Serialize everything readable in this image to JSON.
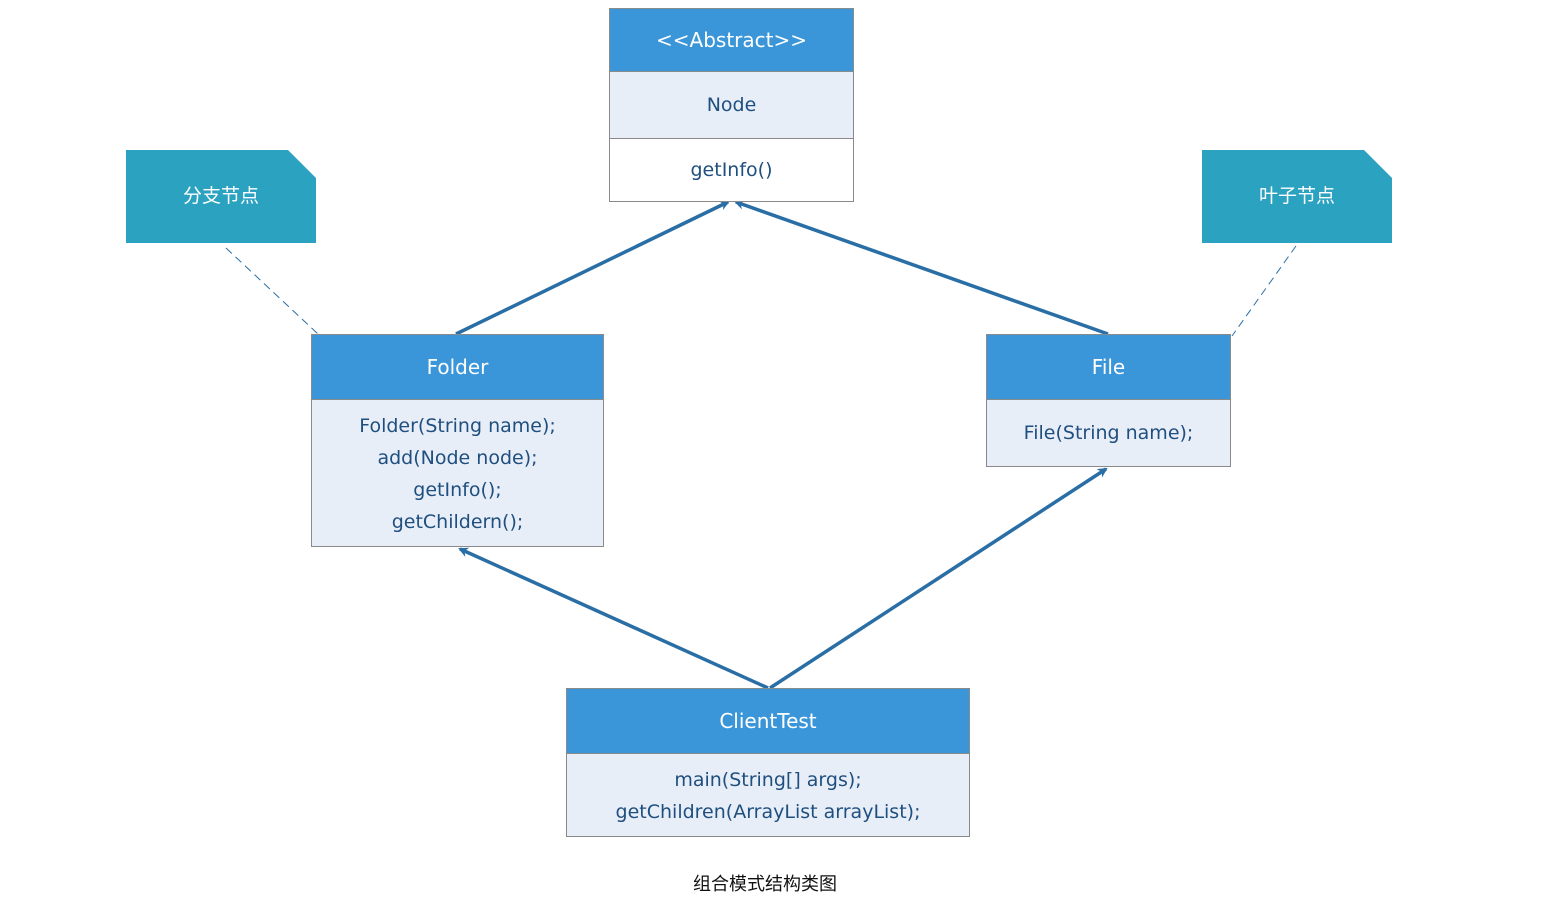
{
  "diagram": {
    "caption": "组合模式结构类图",
    "colors": {
      "class_header": "#3a96d9",
      "class_body": "#e8eef8",
      "class_text": "#1f4f7f",
      "note": "#2aa2c0",
      "edge": "#2a6ea6"
    },
    "notes": {
      "branch": "分支节点",
      "leaf": "叶子节点"
    },
    "classes": {
      "node": {
        "stereotype": "<<Abstract>>",
        "name": "Node",
        "methods": [
          "getInfo()"
        ]
      },
      "folder": {
        "name": "Folder",
        "methods": [
          "Folder(String name);",
          "add(Node node);",
          "getInfo();",
          "getChildern();"
        ]
      },
      "file": {
        "name": "File",
        "methods": [
          "File(String name);"
        ]
      },
      "client": {
        "name": "ClientTest",
        "methods": [
          "main(String[] args);",
          "getChildren(ArrayList arrayList);"
        ]
      }
    },
    "relations": [
      {
        "from": "Folder",
        "to": "Node"
      },
      {
        "from": "File",
        "to": "Node"
      },
      {
        "from": "ClientTest",
        "to": "Folder"
      },
      {
        "from": "ClientTest",
        "to": "File"
      }
    ]
  }
}
